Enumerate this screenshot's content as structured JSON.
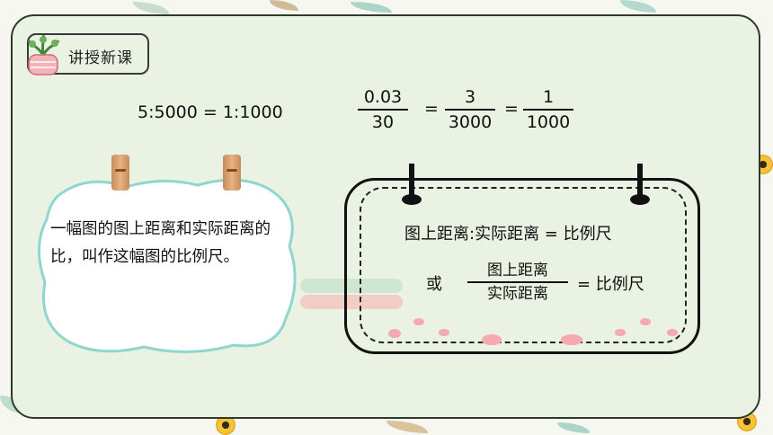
{
  "section_badge": {
    "label": "讲授新课"
  },
  "equation_ratio": "5:5000 = 1:1000",
  "fraction_chain": {
    "f1": {
      "num": "0.03",
      "den": "30"
    },
    "eq1": "=",
    "f2": {
      "num": "3",
      "den": "3000"
    },
    "eq2": "=",
    "f3": {
      "num": "1",
      "den": "1000"
    }
  },
  "definition_text": "一幅图的图上距离和实际距离的比，叫作这幅图的比例尺。",
  "formula_box": {
    "line1": "图上距离:实际距离 = 比例尺",
    "or_label": "或",
    "frac_num": "图上距离",
    "frac_den": "实际距离",
    "line2_suffix": "= 比例尺"
  },
  "colors": {
    "board_bg": "#eaf2e3",
    "border": "#2f3a2c",
    "heart": "#f4aab0",
    "clip": "#d9a06c"
  }
}
